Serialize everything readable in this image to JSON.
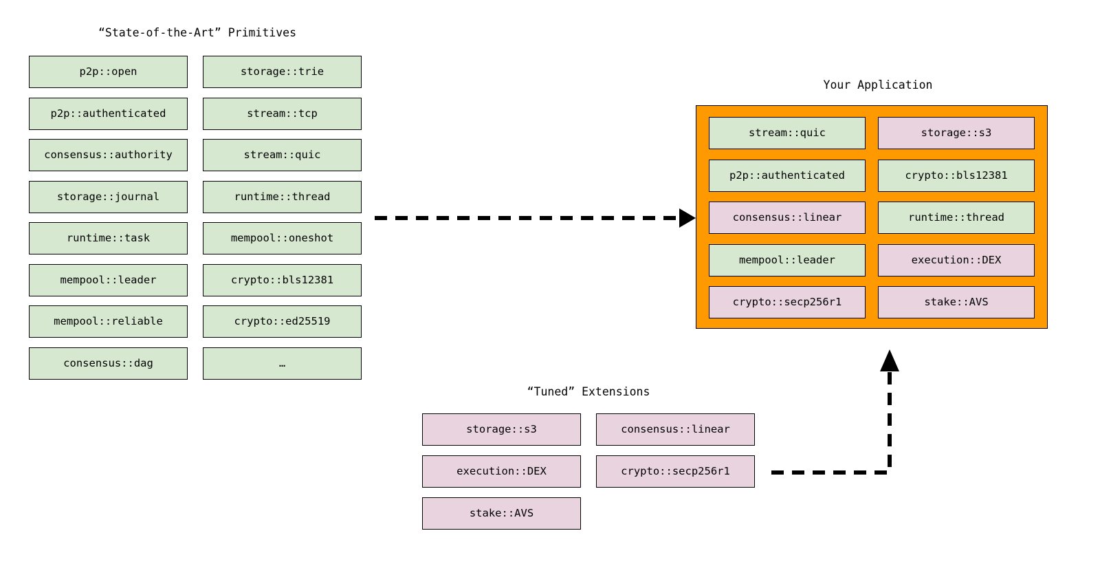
{
  "diagram": {
    "title_primitives": "“State-of-the-Art” Primitives",
    "title_application": "Your Application",
    "title_extensions": "“Tuned” Extensions",
    "colors": {
      "primitive_fill": "#d7e8d0",
      "extension_fill": "#e8d3de",
      "application_frame": "#ff9900",
      "stroke": "#000000",
      "background": "#ffffff"
    }
  },
  "primitives": {
    "column_left": [
      {
        "label": "p2p::open",
        "kind": "primitive"
      },
      {
        "label": "p2p::authenticated",
        "kind": "primitive"
      },
      {
        "label": "consensus::authority",
        "kind": "primitive"
      },
      {
        "label": "storage::journal",
        "kind": "primitive"
      },
      {
        "label": "runtime::task",
        "kind": "primitive"
      },
      {
        "label": "mempool::leader",
        "kind": "primitive"
      },
      {
        "label": "mempool::reliable",
        "kind": "primitive"
      },
      {
        "label": "consensus::dag",
        "kind": "primitive"
      }
    ],
    "column_right": [
      {
        "label": "storage::trie",
        "kind": "primitive"
      },
      {
        "label": "stream::tcp",
        "kind": "primitive"
      },
      {
        "label": "stream::quic",
        "kind": "primitive"
      },
      {
        "label": "runtime::thread",
        "kind": "primitive"
      },
      {
        "label": "mempool::oneshot",
        "kind": "primitive"
      },
      {
        "label": "crypto::bls12381",
        "kind": "primitive"
      },
      {
        "label": "crypto::ed25519",
        "kind": "primitive"
      },
      {
        "label": "…",
        "kind": "primitive"
      }
    ]
  },
  "application": {
    "column_left": [
      {
        "label": "stream::quic",
        "kind": "primitive"
      },
      {
        "label": "p2p::authenticated",
        "kind": "primitive"
      },
      {
        "label": "consensus::linear",
        "kind": "extension"
      },
      {
        "label": "mempool::leader",
        "kind": "primitive"
      },
      {
        "label": "crypto::secp256r1",
        "kind": "extension"
      }
    ],
    "column_right": [
      {
        "label": "storage::s3",
        "kind": "extension"
      },
      {
        "label": "crypto::bls12381",
        "kind": "primitive"
      },
      {
        "label": "runtime::thread",
        "kind": "primitive"
      },
      {
        "label": "execution::DEX",
        "kind": "extension"
      },
      {
        "label": "stake::AVS",
        "kind": "extension"
      }
    ]
  },
  "extensions": {
    "column_left": [
      {
        "label": "storage::s3",
        "kind": "extension"
      },
      {
        "label": "execution::DEX",
        "kind": "extension"
      },
      {
        "label": "stake::AVS",
        "kind": "extension"
      }
    ],
    "column_right": [
      {
        "label": "consensus::linear",
        "kind": "extension"
      },
      {
        "label": "crypto::secp256r1",
        "kind": "extension"
      }
    ]
  },
  "connectors": [
    {
      "name": "primitives-to-application",
      "style": "dashed",
      "direction": "right"
    },
    {
      "name": "extensions-to-application",
      "style": "dashed",
      "direction": "up"
    }
  ]
}
